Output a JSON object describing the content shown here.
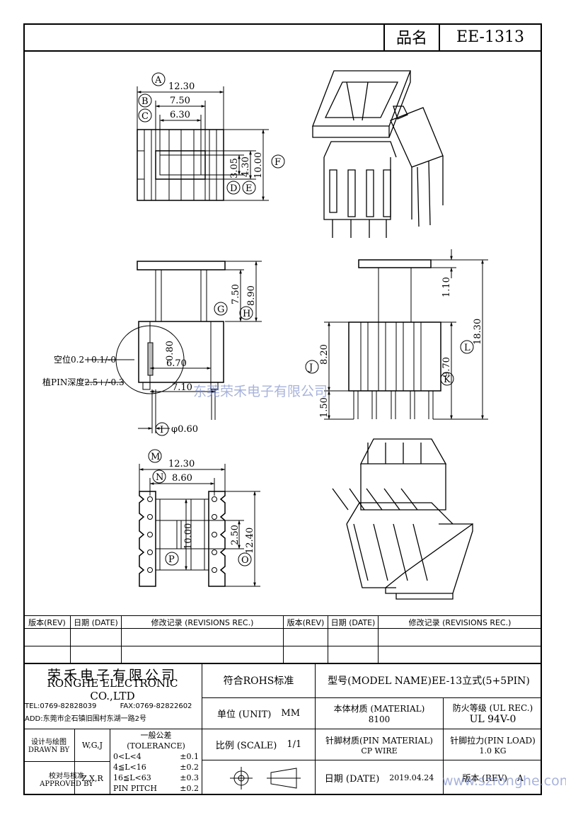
{
  "header": {
    "product_label": "品名",
    "product_code": "EE-1313"
  },
  "dimensions": {
    "A": "12.30",
    "B": "7.50",
    "C": "6.30",
    "D": "3.05",
    "E": "4.30",
    "F": "10.00",
    "G": "7.50",
    "H": "8.90",
    "I": "φ0.60",
    "J": "8.20",
    "K": "9.70",
    "L": "18.30",
    "M": "12.30",
    "N": "8.60",
    "O": "12.40",
    "P": "10.00",
    "side_gap": "0.80",
    "side_width": "6.70",
    "side_pitch": "7.10",
    "front_top": "1.10",
    "front_pin": "1.50",
    "bottom_slot": "2.50"
  },
  "notes": {
    "gap": "空位0.2+0.1/-0",
    "depth": "植PIN深度2.5+/-0.3"
  },
  "callouts": [
    "A",
    "B",
    "C",
    "D",
    "E",
    "F",
    "G",
    "H",
    "I",
    "J",
    "K",
    "L",
    "M",
    "N",
    "O",
    "P"
  ],
  "revision": {
    "h_rev": "版本(REV)",
    "h_date": "日期 (DATE)",
    "h_rec": "修改记录 (REVISIONS REC.)",
    "h_rev2": "版本(REV)",
    "h_date2": "日期 (DATE)",
    "h_rec2": "修改记录 (REVISIONS REC.)"
  },
  "title_block": {
    "company_cn": "荣禾电子有限公司",
    "company_en": "RONGHE ELECTRONIC CO.,LTD",
    "tel": "TEL:0769-82828039",
    "fax": "FAX:0769-82822602",
    "addr": "ADD:东莞市企石镇旧围村东湖一路2号",
    "rohs": "符合ROHS标准",
    "model": "型号(MODEL NAME)EE-13立式(5+5PIN)",
    "unit_label": "单位 (UNIT)",
    "unit_val": "MM",
    "material_label": "本体材质 (MATERIAL)",
    "material_val": "8100",
    "ul_label": "防火等级 (UL REC.)",
    "ul_val": "UL 94V-0",
    "design_label": "设计与绘图",
    "drawn_by": "DRAWN BY",
    "drawn_names": "W,G,J",
    "check_label": "校对与核准",
    "approved_by": "APPROVED BY",
    "approved_names": "Z,X,R",
    "tol_title": "一般公差(TOLERANCE)",
    "tol1": "0<L<4",
    "tol1v": "±0.1",
    "tol2": "4≦L<16",
    "tol2v": "±0.2",
    "tol3": "16≦L<63",
    "tol3v": "±0.3",
    "tol4": "PIN PITCH",
    "tol4v": "±0.2",
    "scale_label": "比例 (SCALE)",
    "scale_val": "1/1",
    "pinmat_label": "针脚材质(PIN MATERIAL)",
    "pinmat_val": "CP WIRE",
    "pinload_label": "针脚拉力(PIN LOAD)",
    "pinload_val": "1.0 KG",
    "date_label": "日期 (DATE)",
    "date_val": "2019.04.24",
    "ver_label": "版本 (REV)",
    "ver_val": "A"
  },
  "watermark": {
    "center": "东莞荣禾电子有限公司",
    "url": "www.szronghe.com"
  }
}
